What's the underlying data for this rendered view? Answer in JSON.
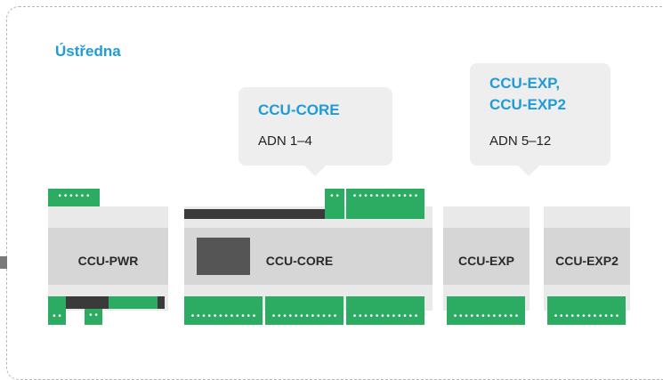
{
  "section": {
    "title": "Ústředna"
  },
  "callouts": {
    "core": {
      "title": "CCU-CORE",
      "subtitle": "ADN 1–4"
    },
    "exp": {
      "title_line1": "CCU-EXP,",
      "title_line2": "CCU-EXP2",
      "subtitle": "ADN 5–12"
    }
  },
  "modules": {
    "pwr": {
      "label": "CCU-PWR"
    },
    "core": {
      "label": "CCU-CORE"
    },
    "exp": {
      "label": "CCU-EXP"
    },
    "exp2": {
      "label": "CCU-EXP2"
    }
  },
  "colors": {
    "accent": "#1f9bd8",
    "terminal": "#2cab63",
    "module": "#e9e9e9",
    "band": "#d6d6d6",
    "dark": "#3a3a3a"
  }
}
